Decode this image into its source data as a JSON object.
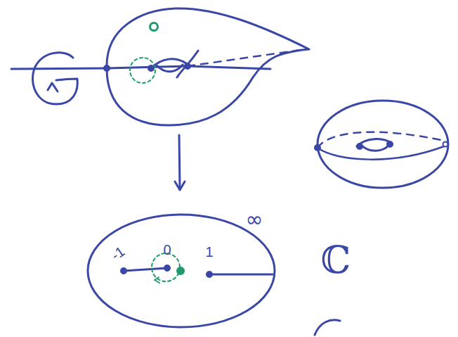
{
  "diagram": {
    "labels": [
      "-1",
      "0",
      "1",
      "∞",
      "ℂ"
    ]
  }
}
